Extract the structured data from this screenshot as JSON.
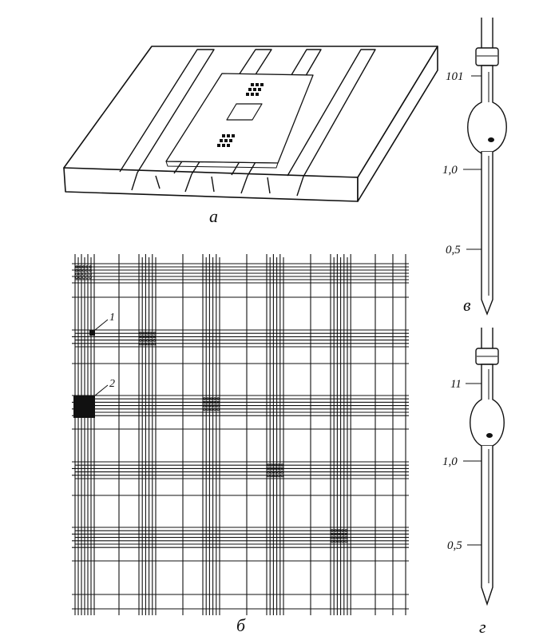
{
  "panels": {
    "a": "а",
    "b": "б",
    "v": "в",
    "g": "г"
  },
  "grid": {
    "callout_1": "1",
    "callout_2": "2"
  },
  "pipette_v": {
    "top": "101",
    "mid": "1,0",
    "low": "0,5"
  },
  "pipette_g": {
    "top": "11",
    "mid": "1,0",
    "low": "0,5"
  },
  "colors": {
    "ink": "#111111",
    "paper": "#ffffff"
  }
}
